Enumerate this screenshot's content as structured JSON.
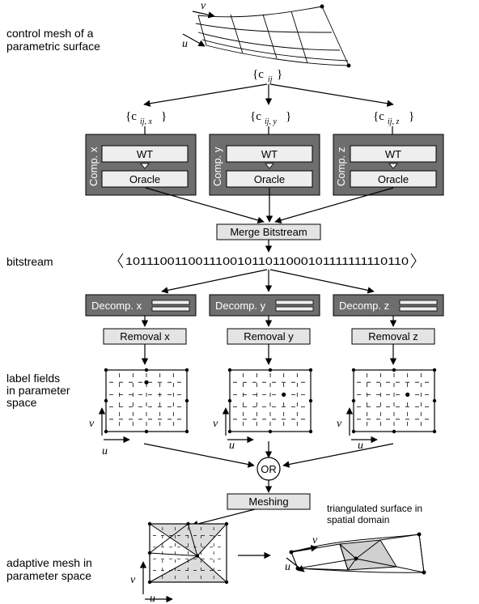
{
  "labels": {
    "control_mesh": [
      "control mesh of a",
      "parametric surface"
    ],
    "bitstream": "bitstream",
    "label_fields": [
      "label fields",
      "in parameter",
      "space"
    ],
    "adaptive_mesh": [
      "adaptive mesh in",
      "parameter space"
    ],
    "triangulated": [
      "triangulated surface in",
      "spatial domain"
    ]
  },
  "math": {
    "cij": "{c",
    "cij_sub": "ij",
    "close": "}",
    "u": "u",
    "v": "v",
    "components": [
      {
        "sub": "ij, x"
      },
      {
        "sub": "ij, y"
      },
      {
        "sub": "ij, z"
      }
    ]
  },
  "compression": [
    {
      "side": "Comp. x",
      "wt": "WT",
      "oracle": "Oracle"
    },
    {
      "side": "Comp. y",
      "wt": "WT",
      "oracle": "Oracle"
    },
    {
      "side": "Comp. z",
      "wt": "WT",
      "oracle": "Oracle"
    }
  ],
  "merge": "Merge Bitstream",
  "bitstream_value": "10111001100111001011011000101111111110110",
  "decompression": [
    "Decomp. x",
    "Decomp. y",
    "Decomp. z"
  ],
  "removal": [
    "Removal x",
    "Removal y",
    "Removal z"
  ],
  "or_label": "OR",
  "meshing": "Meshing",
  "colors": {
    "comp_fill": "#6e6e6e",
    "inner_fill": "#eeeeee",
    "box_fill": "#e4e4e4",
    "stroke": "#000000",
    "mesh_shade": "#dcdcdc"
  }
}
